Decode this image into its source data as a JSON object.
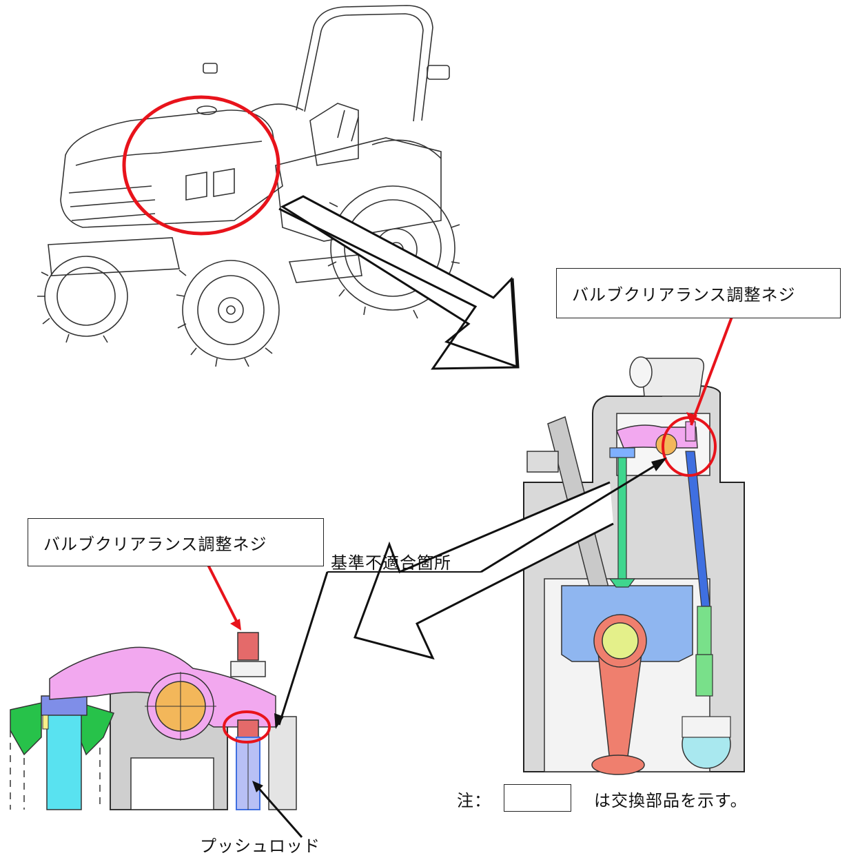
{
  "callouts": {
    "top_label": "バルブクリアランス調整ネジ",
    "left_label": "バルブクリアランス調整ネジ",
    "nonconforming": "基準不適合箇所",
    "pushrod": "プッシュロッド"
  },
  "note": {
    "prefix": "注：",
    "suffix": "は交換部品を示す。"
  },
  "colors": {
    "highlight_circle": "#e8131b",
    "arrow_red": "#e8131b",
    "rocker_arm": "#f2a8ef",
    "adjust_screw": "#e46a6a",
    "shaft": "#f3b75a",
    "valve": "#3fd68e",
    "valve_spring_seat": "#7fb0ff",
    "pushrod": "#3f6fe0",
    "piston": "#8fb6f0",
    "conrod": "#ef7f6e",
    "piston_pin": "#e4f08a",
    "injector": "#bbbbbb",
    "valve_stem": "#59e2f0",
    "spring_retainer": "#27c24a",
    "lifter": "#79e08a",
    "tappet": "#a9e8ef"
  }
}
